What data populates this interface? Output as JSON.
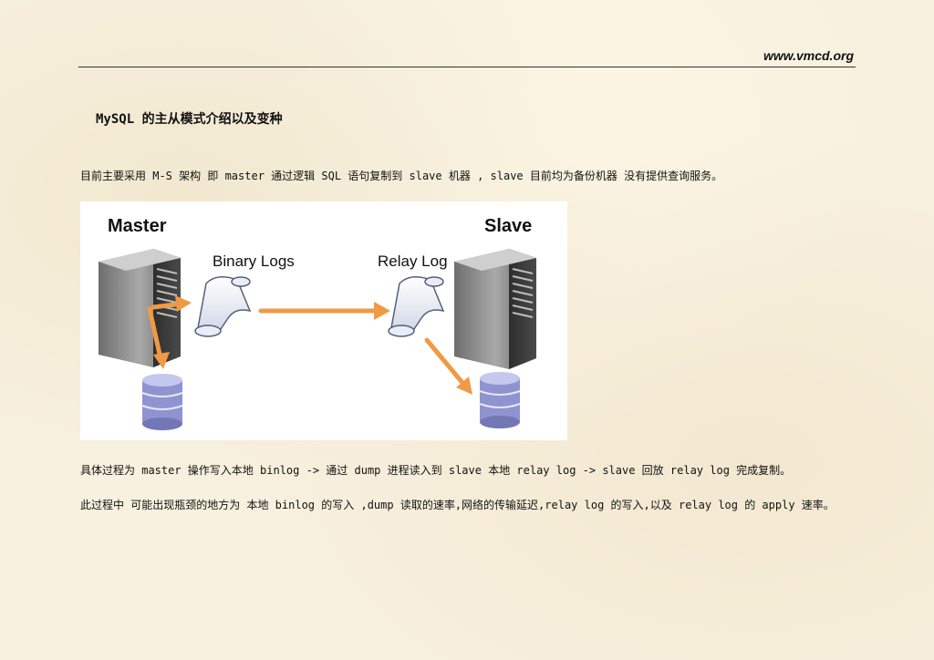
{
  "header": {
    "site": "www.vmcd.org"
  },
  "article": {
    "title": "MySQL 的主从模式介绍以及变种",
    "intro": "目前主要采用 M-S 架构 即 master 通过逻辑 SQL 语句复制到 slave 机器 , slave 目前均为备份机器 没有提供查询服务。",
    "process": "具体过程为 master 操作写入本地 binlog -> 通过 dump 进程读入到 slave 本地 relay log -> slave 回放 relay log 完成复制。",
    "bottleneck": "此过程中 可能出现瓶颈的地方为 本地 binlog 的写入 ,dump 读取的速率,网络的传输延迟,relay log 的写入,以及 relay log 的 apply 速率。"
  },
  "diagram": {
    "master_label": "Master",
    "slave_label": "Slave",
    "binary_logs_label": "Binary Logs",
    "relay_log_label": "Relay Log",
    "arrow_color": "#ef9a45",
    "db_color": "#8f93cf"
  }
}
